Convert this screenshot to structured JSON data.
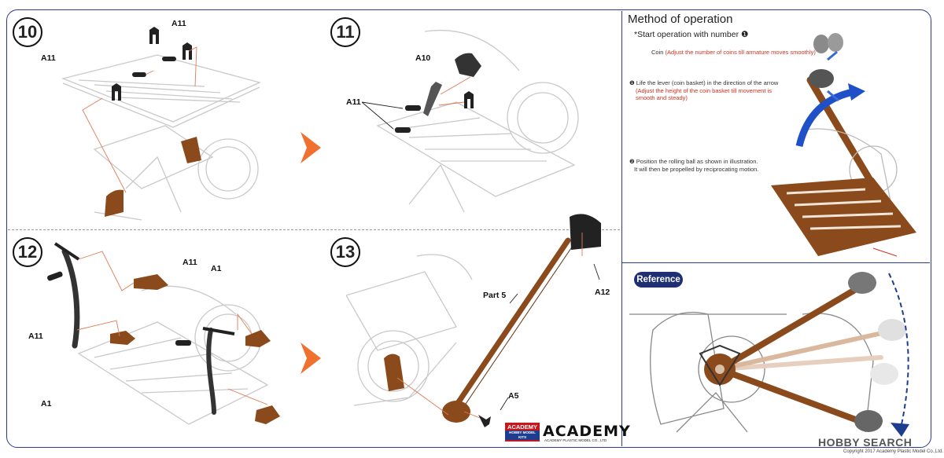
{
  "steps": {
    "s10": {
      "number": "10",
      "labels": [
        "A11",
        "A11"
      ]
    },
    "s11": {
      "number": "11",
      "labels": [
        "A10",
        "A11"
      ]
    },
    "s12": {
      "number": "12",
      "labels": [
        "A11",
        "A1",
        "A11",
        "A1"
      ]
    },
    "s13": {
      "number": "13",
      "labels": [
        "Part 5",
        "A12",
        "A5"
      ]
    }
  },
  "method": {
    "title": "Method of operation",
    "subtitle": "*Start operation with number ❶",
    "coin_label": "Coin",
    "coin_note": "(Adjust the number of coins till armature moves smoothly)",
    "step1_text": "❶ Life the lever (coin basket) in the direction of the arrow",
    "step1_note1": "(Adjust the height of the coin basket till movement is",
    "step1_note2": "smooth and steady)",
    "step2_text": "❷ Position the rolling ball as shown in illustration.",
    "step2_text2": "It will then be propelled by reciprocating motion."
  },
  "reference": {
    "label": "Reference"
  },
  "brand": {
    "logo_top": "ACADEMY",
    "logo_bottom": "HOBBY MODEL KITS",
    "wordmark": "ACADEMY",
    "wordmark_sub": "ACADEMY PLASTIC MODEL CO., LTD",
    "watermark": "HOBBY SEARCH",
    "copyright": "Copyright 2017 Academy Plastic Model Co.,Ltd."
  },
  "colors": {
    "frame": "#2b3a8a",
    "wood": "#8a4a1c",
    "accent_red": "#d2301e",
    "arrow_blue": "#1e50c8"
  }
}
